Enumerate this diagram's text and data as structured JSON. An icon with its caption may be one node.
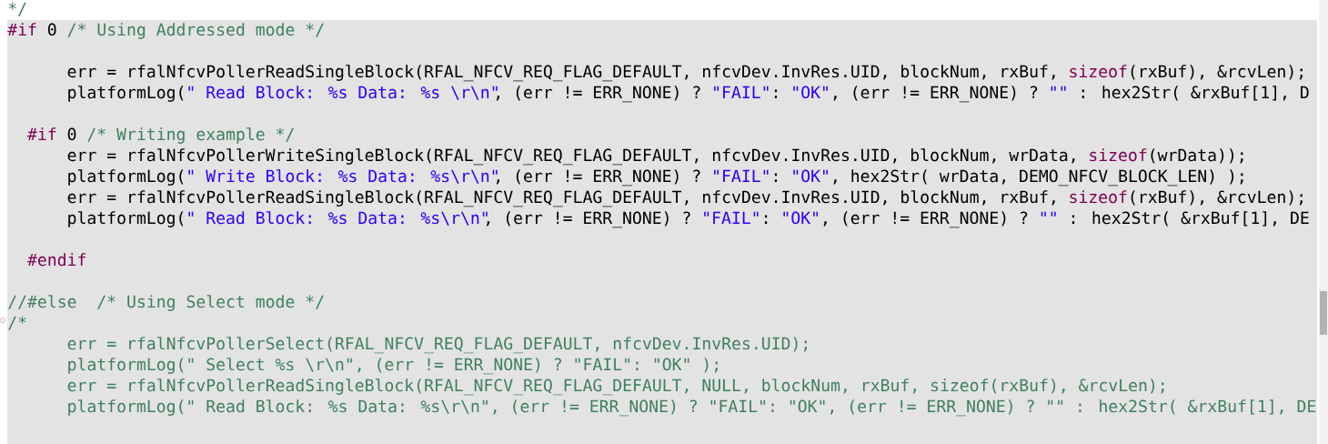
{
  "diagram": {
    "labels": [
      "*/",
      "#if",
      "0",
      "/* Using Addressed mode  */",
      "err = rfalNfcvPollerReadSingleBlock(RFAL_NFCV_REQ_FLAG_DEFAULT, nfcvDev.InvRes.UID, blockNum, rxBuf,",
      "sizeof",
      "(rxBuf), &rcvLen);",
      "platformLog(",
      "\" Read Block: %s Data: %s \\r\\n\"",
      ", (err != ERR_NONE) ?",
      "\"FAIL\"",
      ":",
      "\"OK\"",
      ", (err != ERR_NONE) ?",
      "\"\"",
      ": hex2Str( &rxBuf[1], D",
      "#if",
      "0",
      "/* Writing example */",
      "err = rfalNfcvPollerWriteSingleBlock(RFAL_NFCV_REQ_FLAG_DEFAULT, nfcvDev.InvRes.UID, blockNum, wrData,",
      "sizeof",
      "(wrData));",
      "platformLog(",
      "\" Write Block: %s Data: %s\\r\\n\"",
      ", (err != ERR_NONE) ?",
      "\"FAIL\"",
      ":",
      "\"OK\"",
      ", hex2Str( wrData, DEMO_NFCV_BLOCK_LEN) );",
      "err = rfalNfcvPollerReadSingleBlock(RFAL_NFCV_REQ_FLAG_DEFAULT, nfcvDev.InvRes.UID, blockNum, rxBuf,",
      "sizeof",
      "(rxBuf), &rcvLen);",
      "platformLog(",
      "\" Read Block: %s Data: %s\\r\\n\"",
      ", (err != ERR_NONE) ?",
      "\"FAIL\"",
      ":",
      "\"OK\"",
      ", (err != ERR_NONE) ?",
      "\"\"",
      ": hex2Str( &rxBuf[1], DE",
      "#endif",
      "//#else",
      "/* Using Select mode */",
      "/*",
      "err = rfalNfcvPollerSelect(RFAL_NFCV_REQ_FLAG_DEFAULT, nfcvDev.InvRes.UID);",
      "platformLog(\" Select %s \\r\\n\", (err != ERR_NONE) ? \"FAIL\": \"OK\" );",
      "err = rfalNfcvPollerReadSingleBlock(RFAL_NFCV_REQ_FLAG_DEFAULT, NULL, blockNum, rxBuf, sizeof(rxBuf), &rcvLen);",
      "platformLog(\" Read Block: %s Data: %s\\r\\n\", (err != ERR_NONE) ? \"FAIL\": \"OK\", (err != ERR_NONE) ? \"\" : hex2Str( &rxBuf[1], DE"
    ]
  }
}
